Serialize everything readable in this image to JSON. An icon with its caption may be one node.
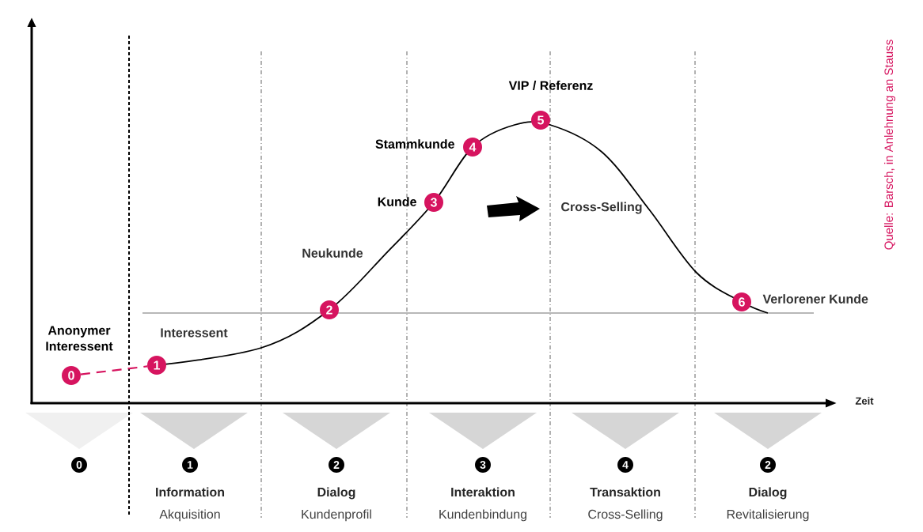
{
  "diagram": {
    "nodes": [
      {
        "text": [
          "0"
        ]
      },
      {
        "text": [
          "1"
        ]
      },
      {
        "text": [
          "2"
        ]
      },
      {
        "text": [
          "3"
        ],
        "beside": [
          "Kunde"
        ]
      },
      {
        "text": [
          "4"
        ],
        "beside": [
          "Stammkunde"
        ]
      },
      {
        "text": [
          "5"
        ],
        "beside": [
          "VIP / Referenz"
        ]
      },
      {
        "text": [
          "6"
        ],
        "beside": [
          "Verlorener Kunde"
        ]
      },
      {
        "text": [
          "0"
        ]
      },
      {
        "text": [
          "1"
        ],
        "beside": [
          "Information",
          "Akquisition"
        ]
      },
      {
        "text": [
          "2"
        ],
        "beside": [
          "Dialog",
          "Kundenprofil"
        ]
      },
      {
        "text": [
          "3"
        ],
        "beside": [
          "Interaktion",
          "Kundenbindung"
        ]
      },
      {
        "text": [
          "4"
        ],
        "beside": [
          "Transaktion",
          "Cross-Selling"
        ]
      },
      {
        "text": [
          "2"
        ],
        "beside": [
          "Dialog",
          "Revitalisierung"
        ]
      }
    ],
    "edges": [
      {
        "from": 0,
        "to": 1,
        "arrow": "none",
        "style": "dashed",
        "color": "#d6145f"
      }
    ],
    "labels": [
      "Quelle: Barsch, in Anlehnung an Stauss",
      "Cross-Selling",
      "Neukunde",
      "Anonymer Interessent",
      "Interessent",
      "Zeit"
    ]
  }
}
